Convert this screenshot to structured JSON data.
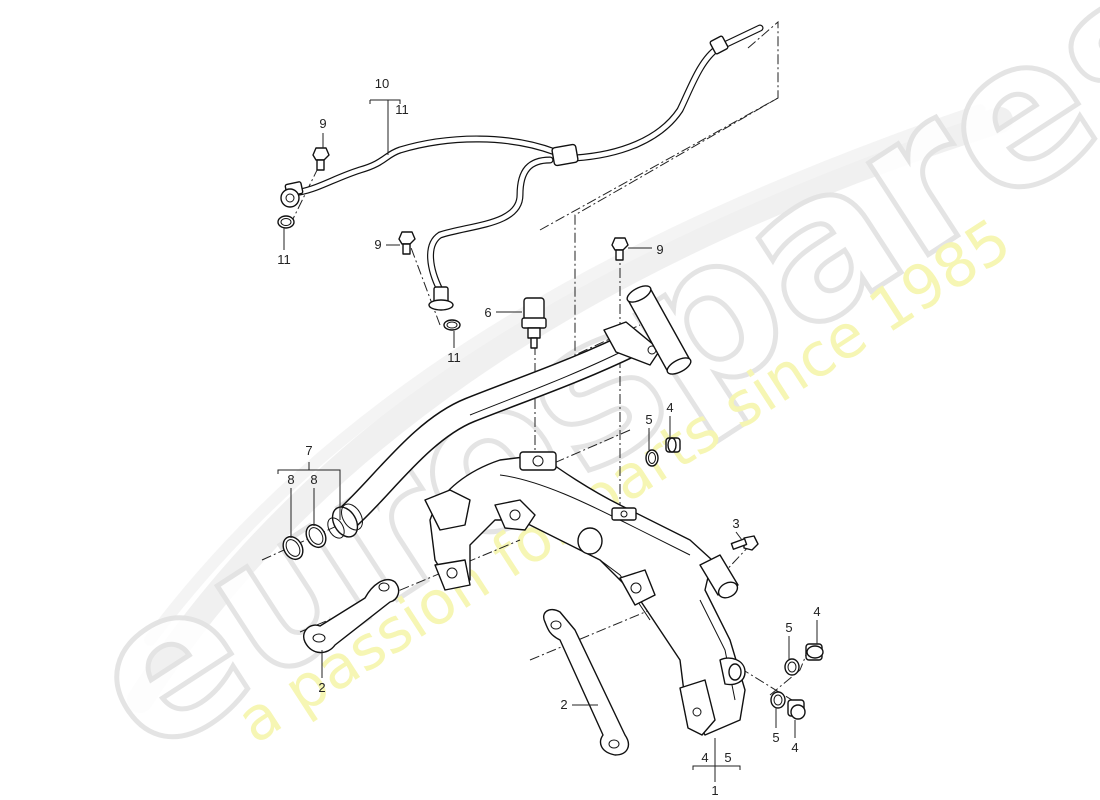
{
  "diagram": {
    "type": "exploded parts diagram",
    "subject": "Coolant distribution pipe assembly with hoses, sensor, plugs and seals",
    "watermark": {
      "logo_text": "eurospares",
      "tagline": "a passion for parts since 1985",
      "logo_color": "#e6e6e6",
      "tagline_color": "#f4f4a8"
    },
    "colors": {
      "line": "#111111",
      "background": "#ffffff",
      "callout_text": "#222222"
    },
    "callouts": [
      {
        "id": "c10",
        "label": "10",
        "part": "coolant line assembly (group)"
      },
      {
        "id": "c11-group",
        "label": "11",
        "part": "seal ring (included in group 10)"
      },
      {
        "id": "c9-a",
        "label": "9",
        "part": "bolt (line banjo, left)"
      },
      {
        "id": "c11-a",
        "label": "11",
        "part": "seal ring (left)"
      },
      {
        "id": "c9-b",
        "label": "9",
        "part": "bolt (line fitting, middle)"
      },
      {
        "id": "c11-b",
        "label": "11",
        "part": "seal ring (middle)"
      },
      {
        "id": "c9-c",
        "label": "9",
        "part": "bolt (pipe bracket)"
      },
      {
        "id": "c6",
        "label": "6",
        "part": "temperature sensor"
      },
      {
        "id": "c7",
        "label": "7",
        "part": "coolant pipe (group)"
      },
      {
        "id": "c8-a",
        "label": "8",
        "part": "O-ring"
      },
      {
        "id": "c8-b",
        "label": "8",
        "part": "O-ring"
      },
      {
        "id": "c5-top",
        "label": "5",
        "part": "seal ring (upper)"
      },
      {
        "id": "c4-top",
        "label": "4",
        "part": "screw plug (upper)"
      },
      {
        "id": "c3",
        "label": "3",
        "part": "bolt"
      },
      {
        "id": "c2-a",
        "label": "2",
        "part": "gasket (left)"
      },
      {
        "id": "c2-b",
        "label": "2",
        "part": "gasket (lower)"
      },
      {
        "id": "c4-r",
        "label": "4",
        "part": "screw plug (right)"
      },
      {
        "id": "c5-r",
        "label": "5",
        "part": "seal ring (right)"
      },
      {
        "id": "c5-b",
        "label": "5",
        "part": "seal ring (bottom)"
      },
      {
        "id": "c4-b",
        "label": "4",
        "part": "screw plug (bottom)"
      },
      {
        "id": "c1",
        "label": "1",
        "part": "coolant distribution housing (group)"
      },
      {
        "id": "c1-sub4",
        "label": "4",
        "part": "included: screw plug"
      },
      {
        "id": "c1-sub5",
        "label": "5",
        "part": "included: seal ring"
      }
    ]
  }
}
